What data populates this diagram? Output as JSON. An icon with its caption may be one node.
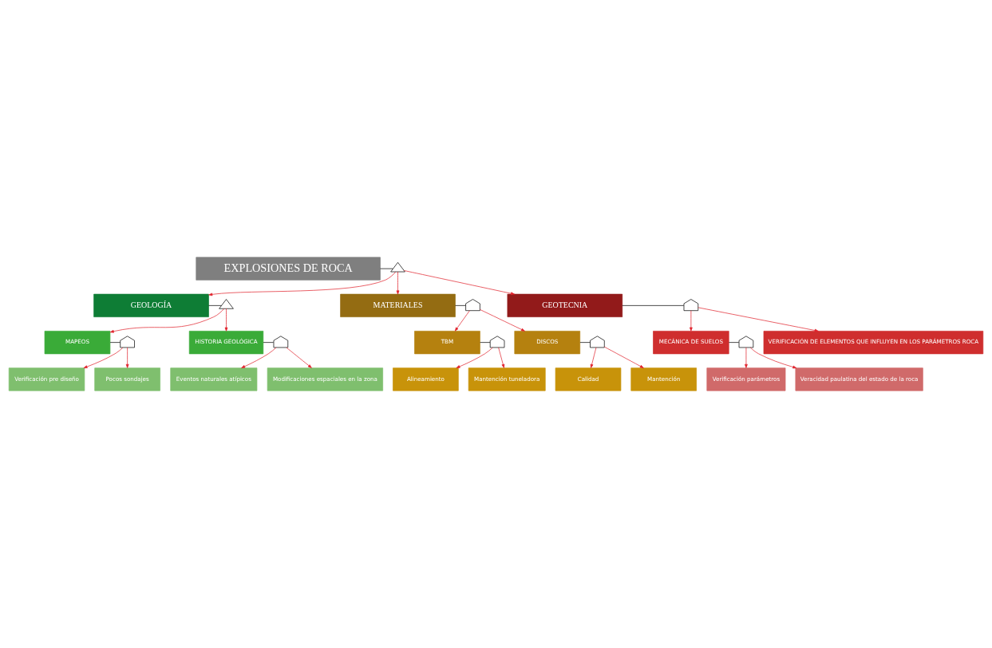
{
  "diagram": {
    "nodes": [
      {
        "text": [
          "EXPLOSIONES DE ROCA"
        ]
      },
      {
        "text": [],
        "shape": "or-gate"
      },
      {
        "text": [
          "GEOLOGÍA"
        ]
      },
      {
        "text": [
          "MATERIALES"
        ]
      },
      {
        "text": [
          "GEOTECNIA"
        ]
      },
      {
        "text": [],
        "shape": "or-gate"
      },
      {
        "text": [
          "MAPEOS"
        ]
      },
      {
        "text": [
          "HISTORIA GEOLÓGICA"
        ]
      },
      {
        "text": [],
        "shape": "and-gate"
      },
      {
        "text": [
          "Verificación pre diseño"
        ]
      },
      {
        "text": [
          "Pocos sondajes"
        ]
      },
      {
        "text": [],
        "shape": "and-gate"
      },
      {
        "text": [
          "Eventos naturales atípicos"
        ]
      },
      {
        "text": [
          "Modificaciones espaciales en la zona"
        ]
      },
      {
        "text": [],
        "shape": "and-gate"
      },
      {
        "text": [
          "TBM"
        ]
      },
      {
        "text": [
          "DISCOS"
        ]
      },
      {
        "text": [],
        "shape": "and-gate"
      },
      {
        "text": [
          "Alineamiento"
        ]
      },
      {
        "text": [
          "Mantención tuneladora"
        ]
      },
      {
        "text": [],
        "shape": "and-gate"
      },
      {
        "text": [
          "Calidad"
        ]
      },
      {
        "text": [
          "Mantención"
        ]
      },
      {
        "text": [],
        "shape": "and-gate"
      },
      {
        "text": [
          "MECÁNICA DE SUELOS"
        ]
      },
      {
        "text": [
          "VERIFICACIÓN DE ELEMENTOS QUE INFLUYEN EN LOS PARÁMETROS ROCA"
        ]
      },
      {
        "text": [],
        "shape": "and-gate"
      },
      {
        "text": [
          "Verificación parámetros"
        ]
      },
      {
        "text": [
          "Veracidad paulatina del estado de la roca"
        ]
      }
    ],
    "edges": [
      {
        "from": 0,
        "to": 1,
        "arrow": "none",
        "color": "#000000"
      },
      {
        "from": 1,
        "to": 2,
        "arrow": "to"
      },
      {
        "from": 1,
        "to": 4,
        "arrow": "to"
      },
      {
        "from": 1,
        "to": 3,
        "arrow": "to"
      },
      {
        "from": 2,
        "to": 5,
        "arrow": "none",
        "color": "#000000"
      },
      {
        "from": 5,
        "to": 6,
        "arrow": "to"
      },
      {
        "from": 5,
        "to": 7,
        "arrow": "to"
      },
      {
        "from": 6,
        "to": 8,
        "arrow": "none",
        "color": "#000000"
      },
      {
        "from": 8,
        "to": 9,
        "arrow": "to"
      },
      {
        "from": 8,
        "to": 10,
        "arrow": "to"
      },
      {
        "from": 7,
        "to": 11,
        "arrow": "none",
        "color": "#000000"
      },
      {
        "from": 11,
        "to": 12,
        "arrow": "to"
      },
      {
        "from": 11,
        "to": 13,
        "arrow": "to"
      },
      {
        "from": 3,
        "to": 14,
        "arrow": "none",
        "color": "#000000"
      },
      {
        "from": 14,
        "to": 15,
        "arrow": "to"
      },
      {
        "from": 14,
        "to": 16,
        "arrow": "to"
      },
      {
        "from": 15,
        "to": 17,
        "arrow": "none",
        "color": "#000000"
      },
      {
        "from": 17,
        "to": 18,
        "arrow": "to"
      },
      {
        "from": 17,
        "to": 19,
        "arrow": "to"
      },
      {
        "from": 16,
        "to": 20,
        "arrow": "none",
        "color": "#000000"
      },
      {
        "from": 20,
        "to": 21,
        "arrow": "to"
      },
      {
        "from": 20,
        "to": 22,
        "arrow": "to"
      },
      {
        "from": 4,
        "to": 23,
        "arrow": "none",
        "color": "#000000"
      },
      {
        "from": 23,
        "to": 24,
        "arrow": "to"
      },
      {
        "from": 23,
        "to": 25,
        "arrow": "to"
      },
      {
        "from": 24,
        "to": 26,
        "arrow": "none",
        "color": "#000000"
      },
      {
        "from": 26,
        "to": 27,
        "arrow": "to"
      },
      {
        "from": 26,
        "to": 28,
        "arrow": "to"
      }
    ]
  }
}
